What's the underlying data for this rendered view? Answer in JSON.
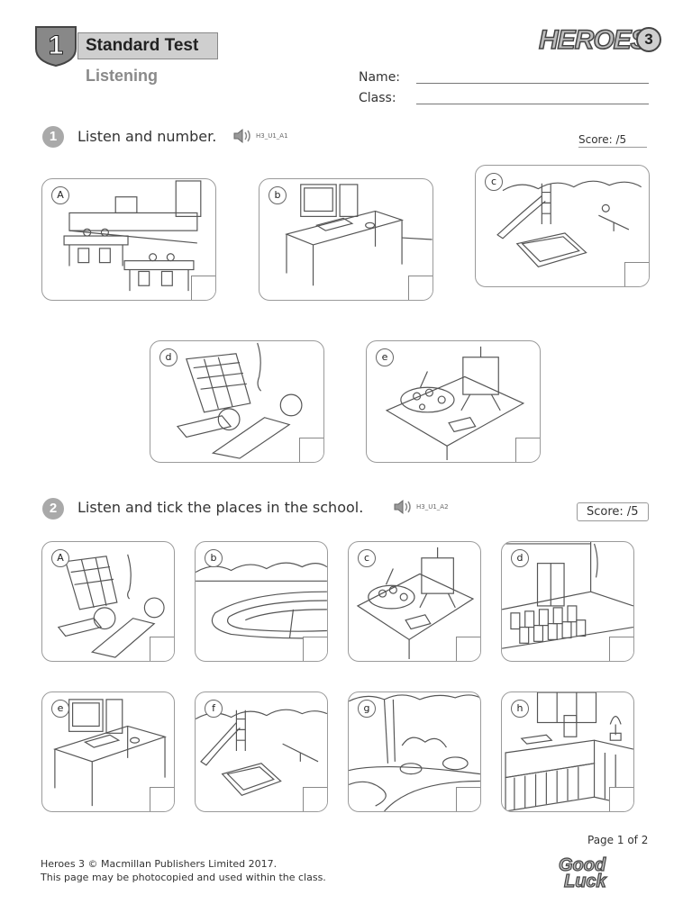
{
  "header": {
    "unit_number": "1",
    "title": "Standard Test",
    "subtitle": "Listening",
    "logo_text": "HEROES",
    "logo_level": "3",
    "name_label": "Name:",
    "class_label": "Class:"
  },
  "section1": {
    "number": "1",
    "instruction": "Listen and number.",
    "audio_code": "H3_U1_A1",
    "score": "Score:   /5",
    "cards": [
      {
        "letter": "A",
        "scene": "dining-hall"
      },
      {
        "letter": "b",
        "scene": "computer-desk"
      },
      {
        "letter": "c",
        "scene": "playground"
      },
      {
        "letter": "d",
        "scene": "gym"
      },
      {
        "letter": "e",
        "scene": "art-table"
      }
    ]
  },
  "section2": {
    "number": "2",
    "instruction": "Listen and tick the places in the school.",
    "audio_code": "H3_U1_A2",
    "score": "Score:   /5",
    "cards": [
      {
        "letter": "A",
        "scene": "gym"
      },
      {
        "letter": "b",
        "scene": "running-track"
      },
      {
        "letter": "c",
        "scene": "art-table"
      },
      {
        "letter": "d",
        "scene": "hall-chairs"
      },
      {
        "letter": "e",
        "scene": "computer-desk"
      },
      {
        "letter": "f",
        "scene": "playground"
      },
      {
        "letter": "g",
        "scene": "garden"
      },
      {
        "letter": "h",
        "scene": "library"
      }
    ]
  },
  "footer": {
    "page": "Page 1 of 2",
    "copyright": "Heroes 3 © Macmillan Publishers Limited 2017.",
    "note": "This page may be photocopied and used within the class.",
    "good_luck_line1": "Good",
    "good_luck_line2": "Luck"
  },
  "colors": {
    "accent_gray": "#a9a9a9",
    "border": "#9a9a9a"
  }
}
